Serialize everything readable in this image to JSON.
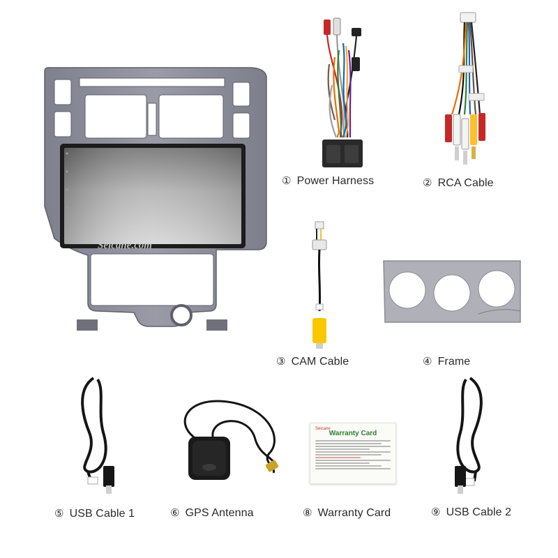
{
  "items": [
    {
      "num": "①",
      "label": "Power Harness"
    },
    {
      "num": "②",
      "label": "RCA Cable"
    },
    {
      "num": "③",
      "label": "CAM Cable"
    },
    {
      "num": "④",
      "label": "Frame"
    },
    {
      "num": "⑤",
      "label": "USB Cable 1"
    },
    {
      "num": "⑥",
      "label": "GPS Antenna"
    },
    {
      "num": "⑧",
      "label": "Warranty Card"
    },
    {
      "num": "⑨",
      "label": "USB Cable 2"
    }
  ],
  "headunit": {
    "watermark": "Seicane.com"
  },
  "warranty_card": {
    "brand": "Seicane",
    "title": "Warranty Card"
  },
  "colors": {
    "frame": "#8e8f9c",
    "frame_dark": "#6d6e7a",
    "screen": "#9a9a9a",
    "accent_green": "#2e7d32"
  }
}
